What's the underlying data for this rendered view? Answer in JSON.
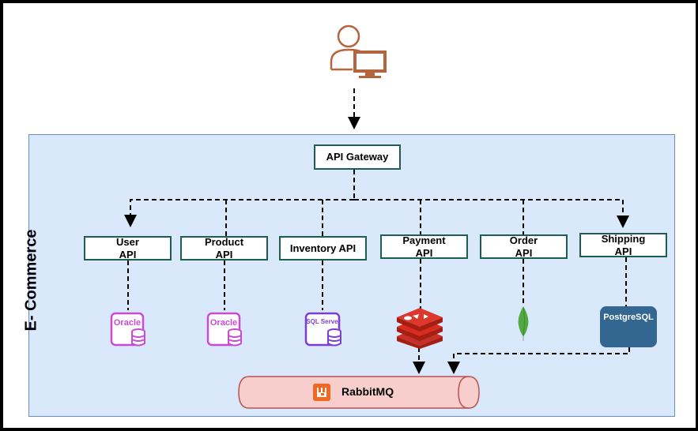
{
  "diagram": {
    "group_label": "E- Commerce",
    "gateway": "API Gateway",
    "apis": [
      {
        "line1": "User",
        "line2": "API"
      },
      {
        "line1": "Product",
        "line2": "API"
      },
      {
        "line1": "Inventory API",
        "line2": ""
      },
      {
        "line1": "Payment",
        "line2": "API"
      },
      {
        "line1": "Order",
        "line2": "API"
      },
      {
        "line1": "Shipping",
        "line2": "API"
      }
    ],
    "databases": {
      "oracle_1": "Oracle",
      "oracle_2": "Oracle",
      "sqlserver": "SQL Server",
      "redis": "",
      "mongodb": "",
      "postgres": "PostgreSQL"
    },
    "queue": "RabbitMQ",
    "colors": {
      "container_fill": "#dae8fc",
      "container_border": "#6c8ebf",
      "api_border": "#1c5e4f",
      "user_icon": "#b5653b",
      "oracle_icon": "#c94bd0",
      "sqlserver_icon": "#7b3fd0",
      "redis": "#c6302b",
      "mongodb": "#4faa41",
      "postgres": "#336791",
      "rabbitmq_fill": "#f8cecc",
      "rabbitmq_border": "#b85450",
      "rabbitmq_logo": "#f26722"
    }
  }
}
